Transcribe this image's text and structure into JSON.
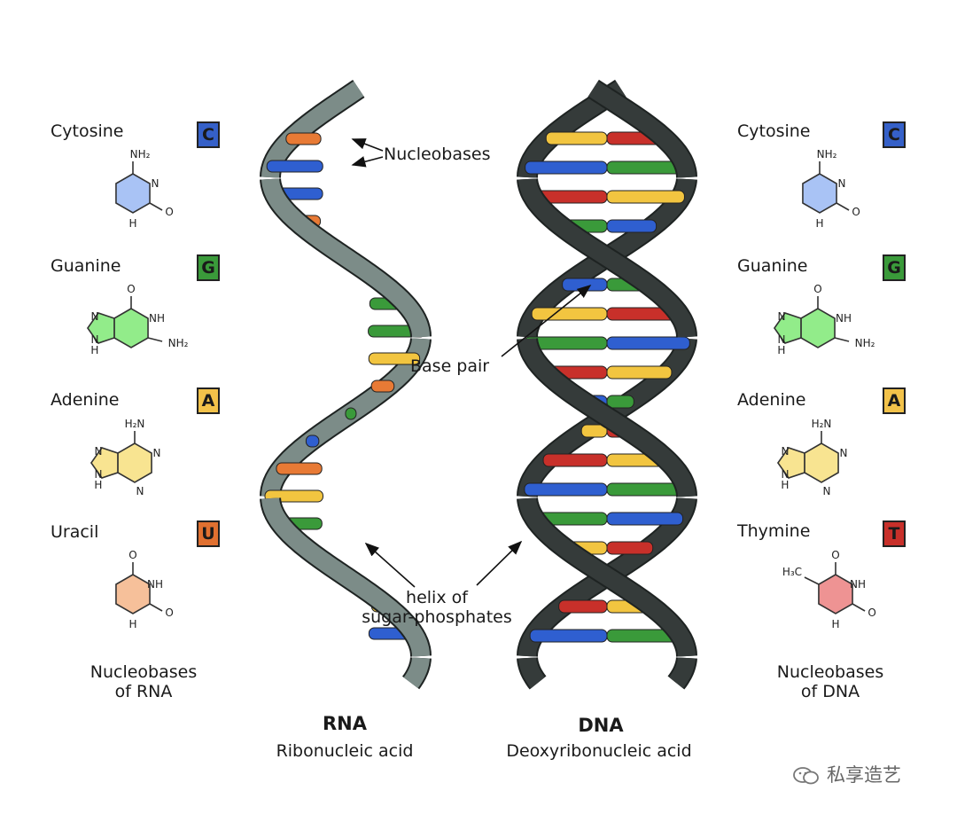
{
  "rna": {
    "title": "RNA",
    "subtitle": "Ribonucleic acid",
    "caption_line1": "Nucleobases",
    "caption_line2": "of RNA",
    "bases": [
      {
        "name": "Cytosine",
        "letter": "C",
        "color": "#3560c8"
      },
      {
        "name": "Guanine",
        "letter": "G",
        "color": "#3a9a3a"
      },
      {
        "name": "Adenine",
        "letter": "A",
        "color": "#f2c24a"
      },
      {
        "name": "Uracil",
        "letter": "U",
        "color": "#e07030"
      }
    ]
  },
  "dna": {
    "title": "DNA",
    "subtitle": "Deoxyribonucleic acid",
    "caption_line1": "Nucleobases",
    "caption_line2": "of DNA",
    "bases": [
      {
        "name": "Cytosine",
        "letter": "C",
        "color": "#3560c8"
      },
      {
        "name": "Guanine",
        "letter": "G",
        "color": "#3a9a3a"
      },
      {
        "name": "Adenine",
        "letter": "A",
        "color": "#f2c24a"
      },
      {
        "name": "Thymine",
        "letter": "T",
        "color": "#c8302a"
      }
    ]
  },
  "annotations": {
    "nucleobases": "Nucleobases",
    "base_pair": "Base pair",
    "helix_line1": "helix of",
    "helix_line2": "sugar-phosphates"
  },
  "structure_labels": {
    "nh2": "NH₂",
    "n": "N",
    "h": "H",
    "o": "O",
    "nh": "NH",
    "h2n": "H₂N",
    "h3c": "H₃C"
  },
  "watermark": "私享造艺",
  "colors": {
    "rna_backbone": "#7c8c88",
    "dna_backbone": "#353b3a",
    "cytosine_fill": "#a9c3f5",
    "guanine_fill": "#92ec8a",
    "adenine_fill": "#f8e491",
    "uracil_fill": "#f6c09a",
    "thymine_fill": "#ee9393"
  }
}
